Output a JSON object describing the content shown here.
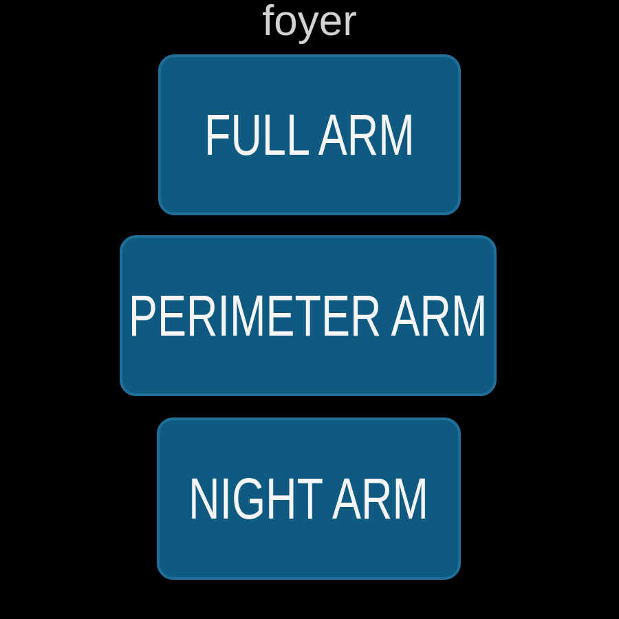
{
  "header": {
    "title": "foyer"
  },
  "buttons": [
    {
      "label": "FULL ARM"
    },
    {
      "label": "PERIMETER ARM"
    },
    {
      "label": "NIGHT ARM"
    }
  ],
  "colors": {
    "background": "#000000",
    "title_text": "#d2d2d2",
    "button_fill": "#0e5a80",
    "button_border": "#1f6f9a",
    "button_text": "#f5f5f5"
  }
}
